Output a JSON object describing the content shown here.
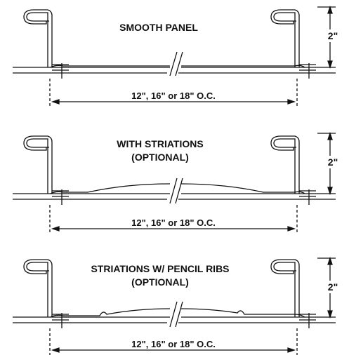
{
  "panels": [
    {
      "title_line1": "SMOOTH PANEL",
      "title_line2": "",
      "spacing_label": "12\", 16\" or 18\" O.C.",
      "height_label": "2\"",
      "profile": "smooth"
    },
    {
      "title_line1": "WITH STRIATIONS",
      "title_line2": "(OPTIONAL)",
      "spacing_label": "12\", 16\" or 18\" O.C.",
      "height_label": "2\"",
      "profile": "striations"
    },
    {
      "title_line1": "STRIATIONS W/ PENCIL RIBS",
      "title_line2": "(OPTIONAL)",
      "spacing_label": "12\", 16\" or 18\" O.C.",
      "height_label": "2\"",
      "profile": "pencil-ribs"
    }
  ],
  "colors": {
    "line": "#111111",
    "background": "#ffffff"
  }
}
